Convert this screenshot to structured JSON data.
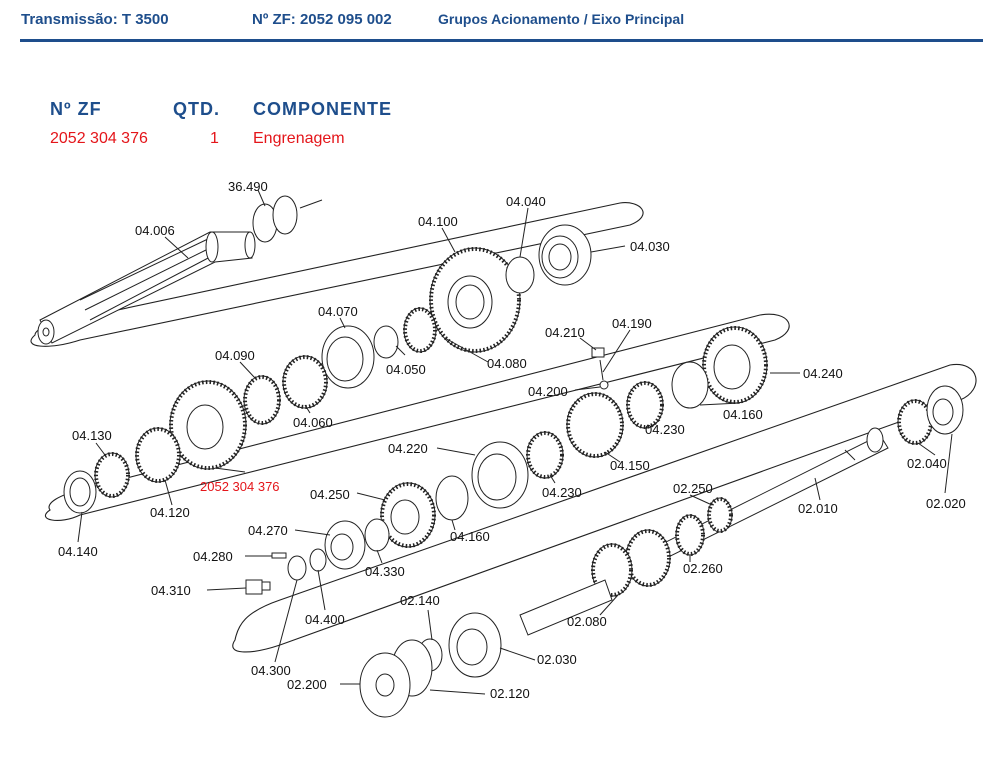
{
  "header": {
    "transmission": "Transmissão: T 3500",
    "zf_number": "Nº ZF: 2052 095 002",
    "group": "Grupos Acionamento / Eixo Principal",
    "accent_color": "#1e4e8c"
  },
  "table": {
    "columns": [
      "Nº ZF",
      "QTD.",
      "COMPONENTE"
    ],
    "row": {
      "zf": "2052 304 376",
      "qty": "1",
      "component": "Engrenagem"
    },
    "highlight_color": "#e4151a"
  },
  "diagram": {
    "labels": [
      "36.490",
      "04.006",
      "04.100",
      "04.040",
      "04.030",
      "04.070",
      "04.050",
      "04.080",
      "04.210",
      "04.190",
      "04.090",
      "04.060",
      "04.200",
      "04.240",
      "04.130",
      "04.120",
      "04.140",
      "04.220",
      "04.230",
      "04.150",
      "04.160",
      "04.250",
      "04.270",
      "04.280",
      "04.310",
      "04.330",
      "04.400",
      "04.300",
      "02.040",
      "02.020",
      "02.010",
      "02.250",
      "02.260",
      "02.080",
      "02.140",
      "02.030",
      "02.200",
      "02.120"
    ],
    "highlight_label": "2052 304 376"
  }
}
